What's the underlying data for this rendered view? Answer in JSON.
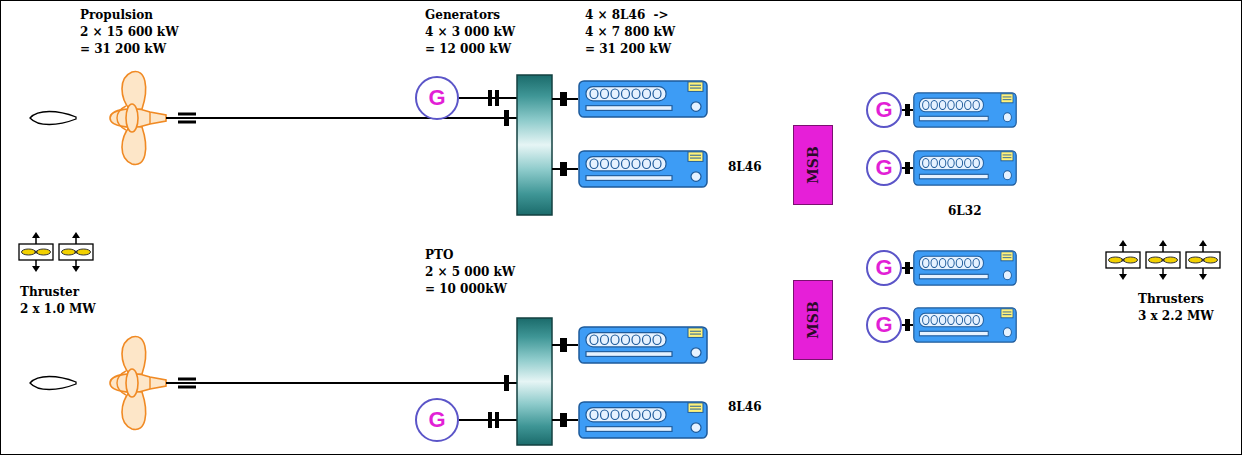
{
  "diagram": {
    "nodes": [
      {
        "text": [
          "G"
        ]
      },
      {
        "text": [
          "MSB"
        ]
      },
      {
        "text": [
          "G"
        ]
      },
      {
        "text": [
          "G"
        ]
      },
      {
        "text": [
          "MSB"
        ]
      },
      {
        "text": [
          "G"
        ]
      },
      {
        "text": [
          "G"
        ]
      },
      {
        "text": [
          "G"
        ]
      }
    ],
    "labels": [
      "Propulsion",
      "2 × 15 600 kW",
      "= 31 200 kW",
      "Generators",
      "4 × 3 000 kW",
      "= 12 000 kW",
      "4 × 8L46  ->",
      "4 × 7 800 kW",
      "= 31 200 kW",
      "8L46",
      "6L32",
      "PTO",
      "2 × 5 000 kW",
      "= 10 000kW",
      "Thruster",
      "2 x 1.0 MW",
      "Thrusters",
      "3 x 2.2 MW",
      "8L46"
    ]
  }
}
